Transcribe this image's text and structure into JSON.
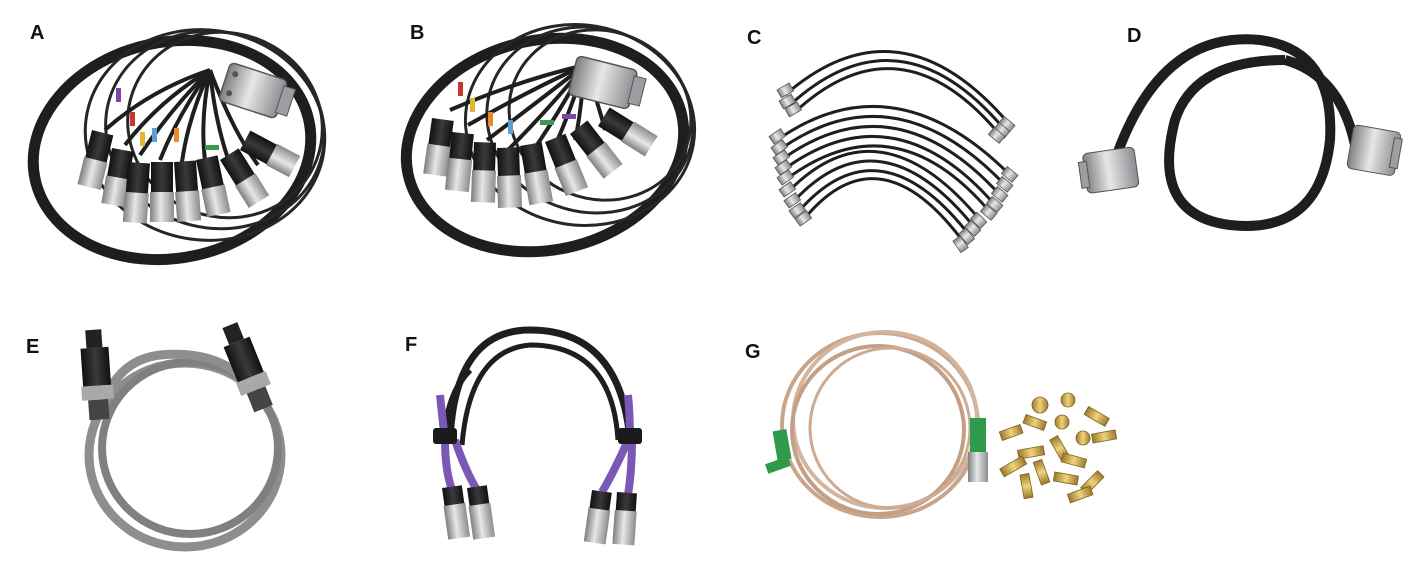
{
  "panels": {
    "a": {
      "label": "A"
    },
    "b": {
      "label": "B"
    },
    "c": {
      "label": "C"
    },
    "d": {
      "label": "D"
    },
    "e": {
      "label": "E"
    },
    "f": {
      "label": "F"
    },
    "g": {
      "label": "G"
    }
  },
  "colors": {
    "cable_black": "#1e1e1e",
    "metal": "#b9bbbd",
    "cable_gray": "#8c8f8c",
    "cable_purple": "#7b58b5",
    "cable_copper": "#c8a58d",
    "boot_green": "#2f9a4a",
    "brass": "#c9a24c",
    "tag_colors": [
      "#7a49a8",
      "#c6372f",
      "#e3b72b",
      "#5aa0d4",
      "#e88a2c",
      "#3a9a52"
    ]
  }
}
